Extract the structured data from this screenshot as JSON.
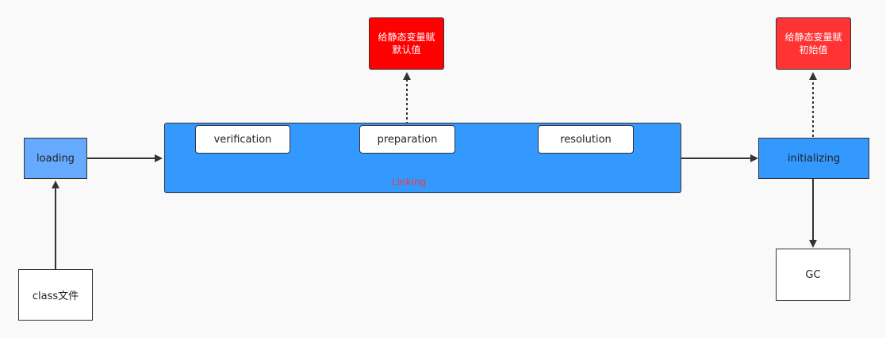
{
  "nodes": {
    "class_file": "class文件",
    "loading": "loading",
    "linking_label": "Linking",
    "verification": "verification",
    "preparation": "preparation",
    "resolution": "resolution",
    "initializing": "initializing",
    "gc": "GC",
    "prep_note_line1": "给静态变量赋",
    "prep_note_line2": "默认值",
    "init_note_line1": "给静态变量赋",
    "init_note_line2": "初始值"
  },
  "colors": {
    "background": "#f9f9f9",
    "loading_fill": "#66aaff",
    "linking_fill": "#3399ff",
    "initializing_fill": "#3399ff",
    "prep_note_fill": "#ff0000",
    "init_note_fill": "#ff3333",
    "linking_label_color": "#ff3333",
    "line": "#333333"
  }
}
